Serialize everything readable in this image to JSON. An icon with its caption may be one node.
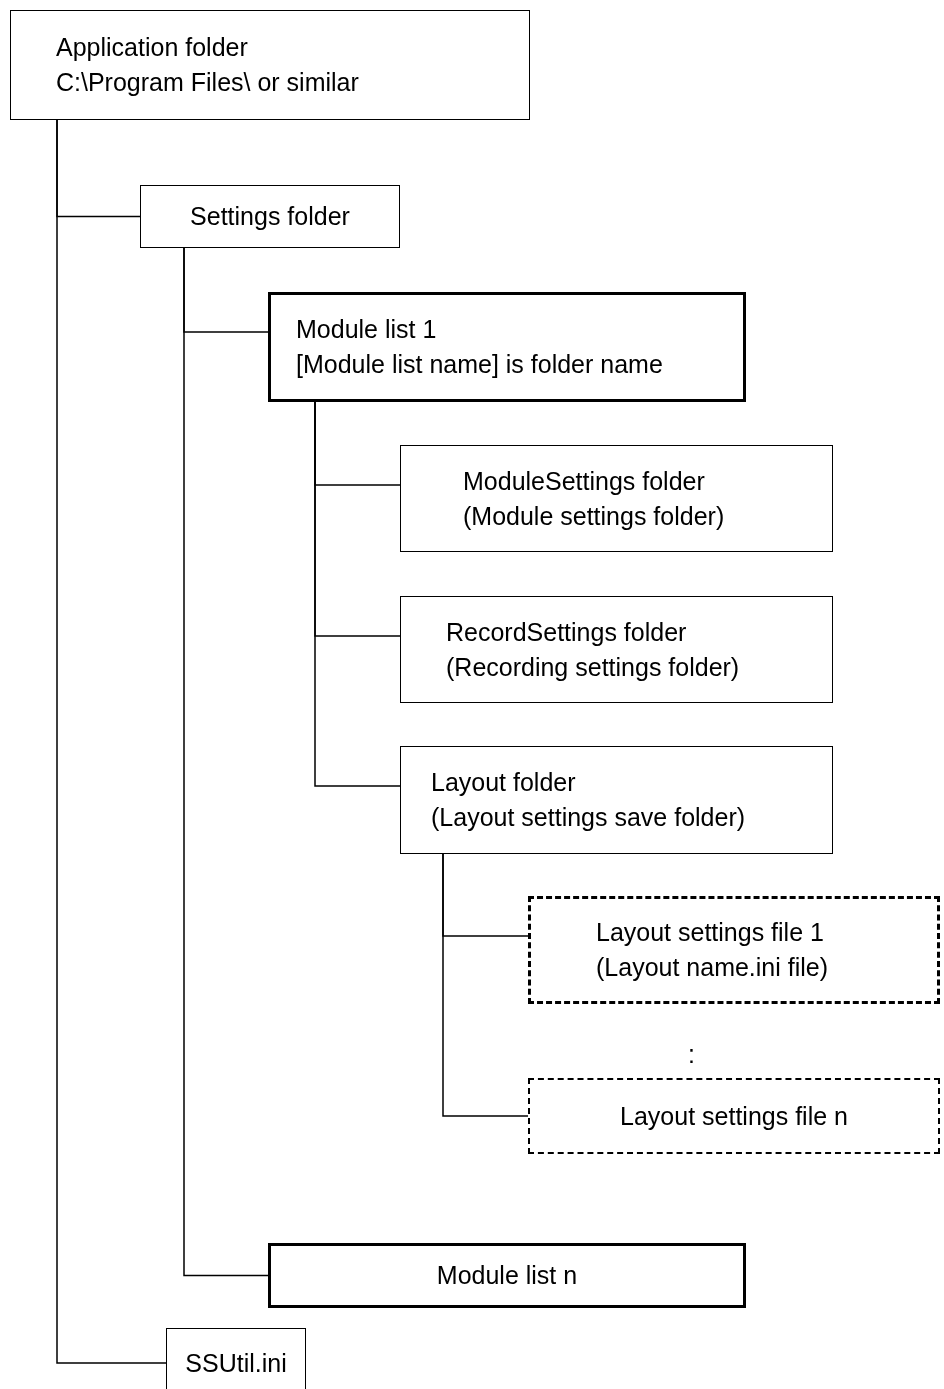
{
  "diagram": {
    "nodes": [
      {
        "text": [
          "Application folder",
          "C:\\Program Files\\ or similar"
        ]
      },
      {
        "text": [
          "Settings folder"
        ]
      },
      {
        "text": [
          "Module list 1",
          "[Module list name] is folder name"
        ]
      },
      {
        "text": [
          "ModuleSettings folder",
          "(Module settings folder)"
        ]
      },
      {
        "text": [
          "RecordSettings folder",
          "(Recording settings folder)"
        ]
      },
      {
        "text": [
          "Layout folder",
          "(Layout settings save folder)"
        ]
      },
      {
        "text": [
          "Layout settings file 1",
          "(Layout name.ini file)"
        ]
      },
      {
        "text": [
          "Layout settings file n"
        ]
      },
      {
        "text": [
          "Module list n"
        ]
      },
      {
        "text": [
          "SSUtil.ini"
        ]
      }
    ],
    "edges": [
      {
        "from": 0,
        "to": 1,
        "arrow": "none"
      },
      {
        "from": 1,
        "to": 2,
        "arrow": "none"
      },
      {
        "from": 2,
        "to": 3,
        "arrow": "none"
      },
      {
        "from": 2,
        "to": 4,
        "arrow": "none"
      },
      {
        "from": 2,
        "to": 5,
        "arrow": "none"
      },
      {
        "from": 5,
        "to": 6,
        "arrow": "none"
      },
      {
        "from": 5,
        "to": 7,
        "arrow": "none"
      },
      {
        "from": 1,
        "to": 8,
        "arrow": "none"
      },
      {
        "from": 0,
        "to": 9,
        "arrow": "none"
      }
    ],
    "labels": [
      ":"
    ]
  }
}
